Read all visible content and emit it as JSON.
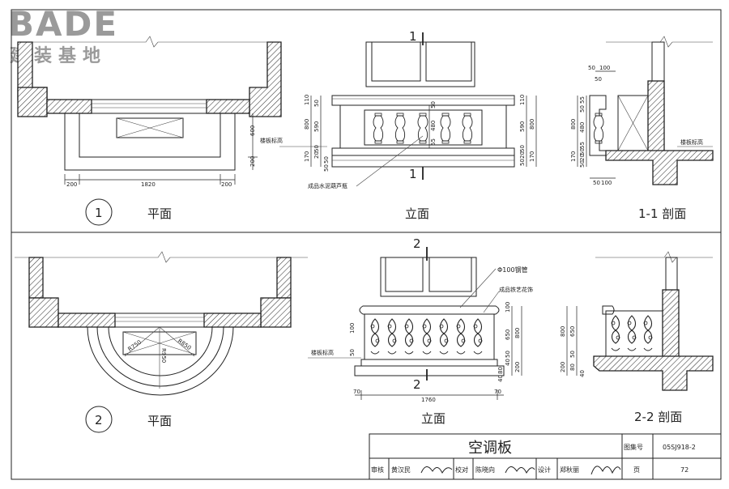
{
  "logo": {
    "brand": "BADE",
    "subtitle": "建装基地"
  },
  "panel1": {
    "plan_label": "平面",
    "elev_label": "立面",
    "section_label": "1-1 剖面",
    "index": "1",
    "cut_mark": "1",
    "dims": {
      "left": "200",
      "mid": "1820",
      "right": "200",
      "d600": "600",
      "d200": "200"
    },
    "elev_dims_left": [
      "110",
      "50",
      "590",
      "50",
      "20",
      "50",
      "50"
    ],
    "elev_dims_left_total": [
      "800",
      "170"
    ],
    "elev_dims_mid": [
      "50",
      "480",
      "55"
    ],
    "elev_dims_right": [
      "110",
      "590",
      "50",
      "20",
      "50"
    ],
    "elev_dims_right_total": [
      "800",
      "170"
    ],
    "sec_top": [
      "50",
      "100",
      "50"
    ],
    "sec_dims": [
      "55",
      "50",
      "480",
      "55",
      "50",
      "20",
      "50"
    ],
    "sec_total": [
      "800",
      "170"
    ],
    "sec_bottom": [
      "50",
      "100"
    ],
    "floor_note": "楼板标高",
    "baluster_note": "成品水泥葫芦瓶"
  },
  "panel2": {
    "plan_label": "平面",
    "elev_label": "立面",
    "section_label": "2-2 剖面",
    "index": "2",
    "cut_mark": "2",
    "pipe_note": "Φ100钢管",
    "iron_note": "成品铁艺花饰",
    "floor_note": "楼板标高",
    "radii": [
      "R750",
      "R850",
      "R950"
    ],
    "elev_dims": [
      "100",
      "650",
      "50",
      "40",
      "80",
      "40"
    ],
    "elev_dims_total": [
      "800",
      "200"
    ],
    "elev_dims_left": [
      "100",
      "50"
    ],
    "width_dims": [
      "70",
      "1760",
      "70"
    ],
    "sec_dims": [
      "650",
      "50",
      "80",
      "40"
    ],
    "sec_total": [
      "800",
      "200"
    ]
  },
  "title_block": {
    "title": "空调板",
    "atlas_label": "图集号",
    "atlas_no": "05SJ918-2",
    "row_labels": [
      "审核",
      "校对",
      "设计"
    ],
    "row_names": [
      "黄汉民",
      "陈晓向",
      "郑秋丽"
    ],
    "page_label": "页",
    "page_no": "72"
  }
}
